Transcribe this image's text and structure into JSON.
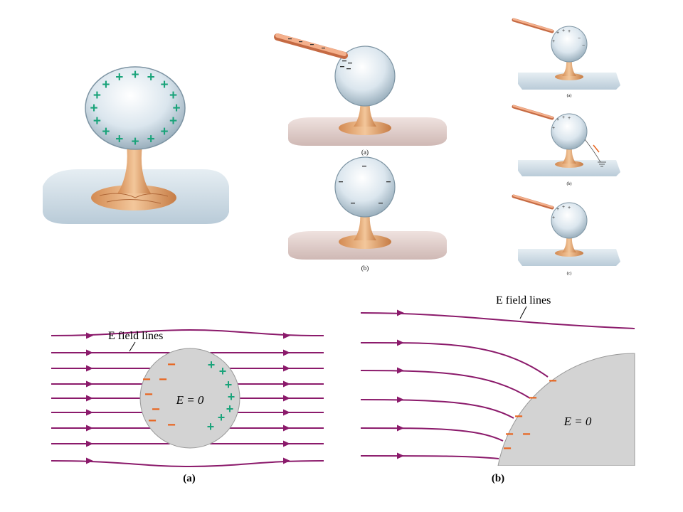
{
  "figure": {
    "plus_sign": "+",
    "minus_sign": "−",
    "small_panel_labels": [
      "(a)",
      "(b)"
    ],
    "right_panel_labels": [
      "(a)",
      "(b)",
      "(c)"
    ],
    "bottom_left": {
      "title": "E field lines",
      "inside_label": "E = 0",
      "panel_label": "(a)"
    },
    "bottom_right": {
      "title": "E field lines",
      "inside_label": "E = 0",
      "panel_label": "(b)"
    }
  },
  "colors": {
    "field_line": "#8b1a6b",
    "plus": "#1aa37a",
    "minus": "#e8641e",
    "conductor": "#d3d3d3",
    "rod": "#f0a37c",
    "base": "#e9b98a",
    "plate_blue": "#cfdce6",
    "plate_pink": "#e6d3d0"
  }
}
